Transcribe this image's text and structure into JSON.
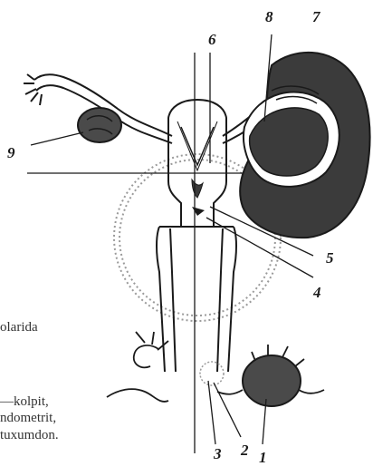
{
  "colors": {
    "ink": "#1a1a1a",
    "dark_fill": "#3b3b3b",
    "ovary_fill": "#4a4a4a",
    "dotted": "#9a9a9a"
  },
  "labels": {
    "l1": "1",
    "l2": "2",
    "l3": "3",
    "l4": "4",
    "l5": "5",
    "l6": "6",
    "l7": "7",
    "l8": "8",
    "l9": "9"
  },
  "page_text": {
    "line1": "olarida",
    "line2": "—kolpit,",
    "line3": "ndometrit,",
    "line4": "tuxumdon."
  }
}
